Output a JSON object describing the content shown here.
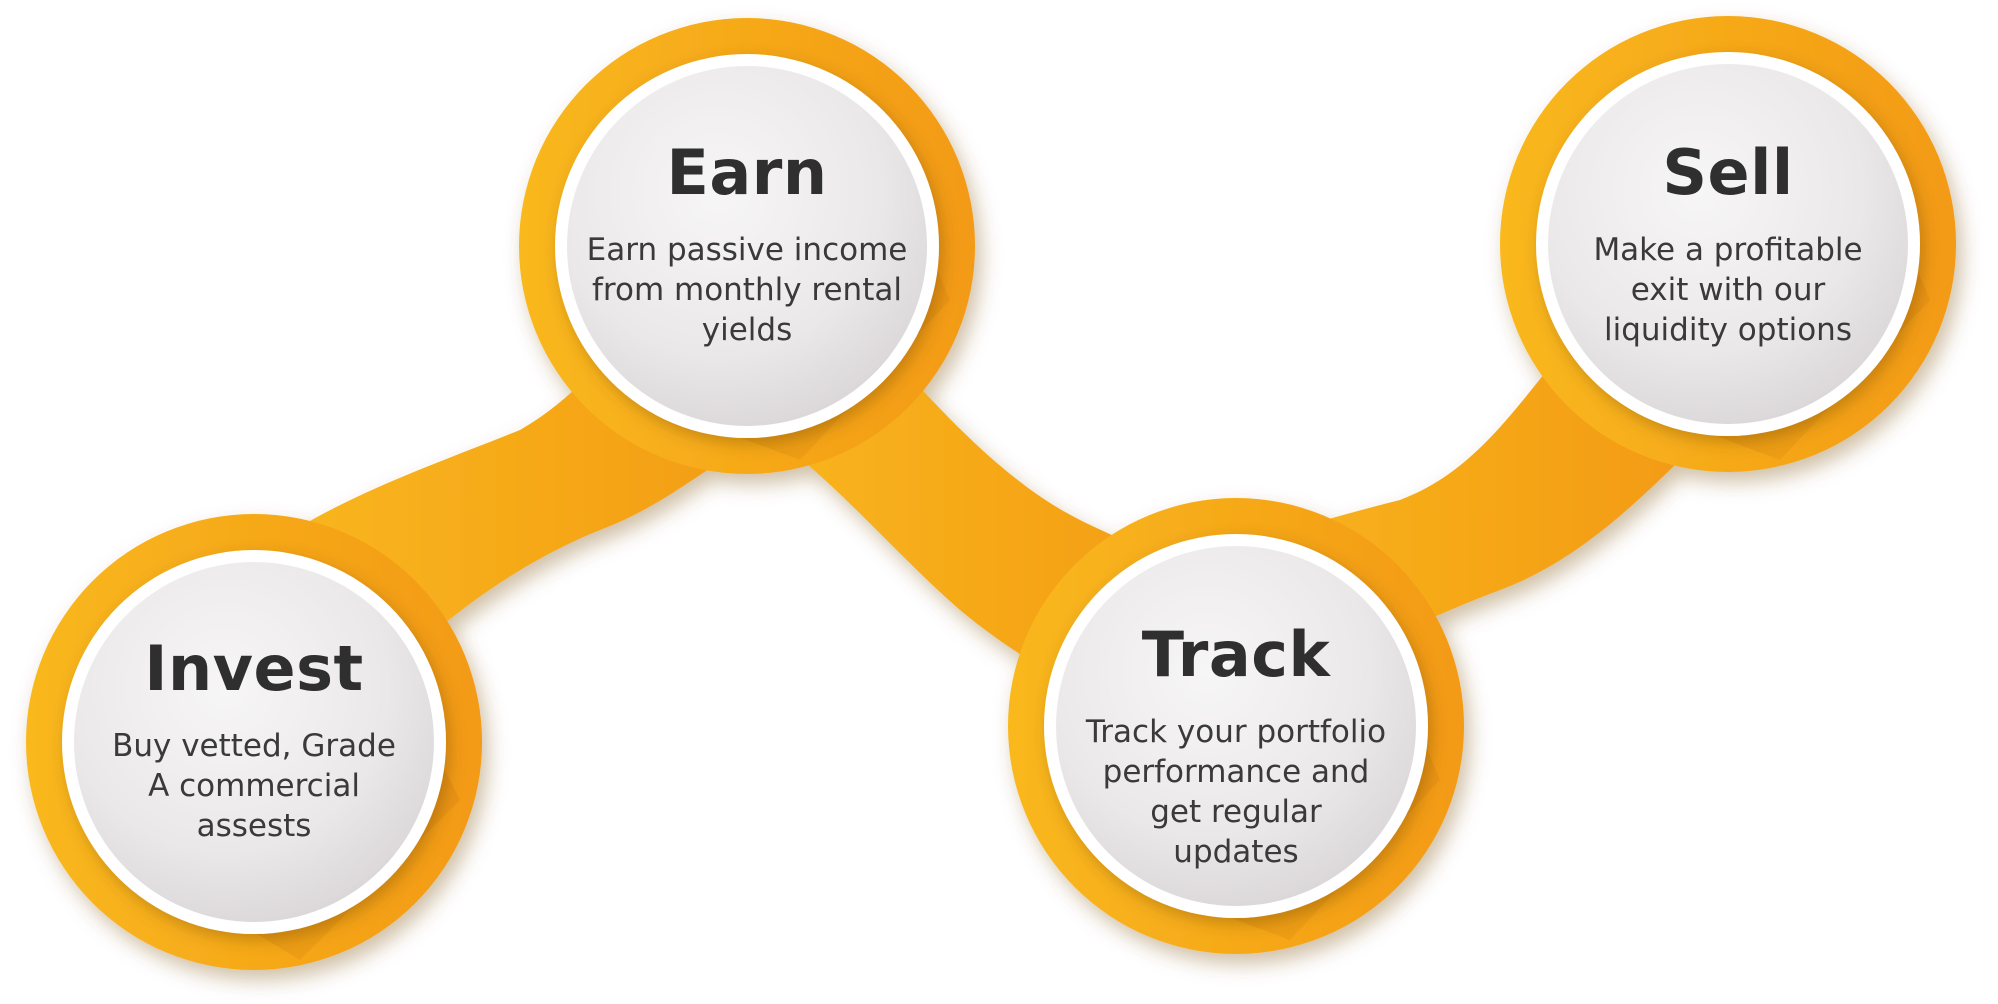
{
  "colors": {
    "band_light": "#f9b81f",
    "band_dark": "#f39a12",
    "band_shadow": "#d27e0a",
    "disc_light": "#f7f6f7",
    "disc_dark": "#d6d2d3",
    "text": "#333333"
  },
  "steps": [
    {
      "title": "Invest",
      "description": "Buy vetted, Grade\nA commercial\nassests"
    },
    {
      "title": "Earn",
      "description": "Earn passive income\nfrom monthly rental\nyields"
    },
    {
      "title": "Track",
      "description": "Track your portfolio\nperformance and\nget regular\nupdates"
    },
    {
      "title": "Sell",
      "description": "Make a profitable\nexit with our\nliquidity options"
    }
  ]
}
